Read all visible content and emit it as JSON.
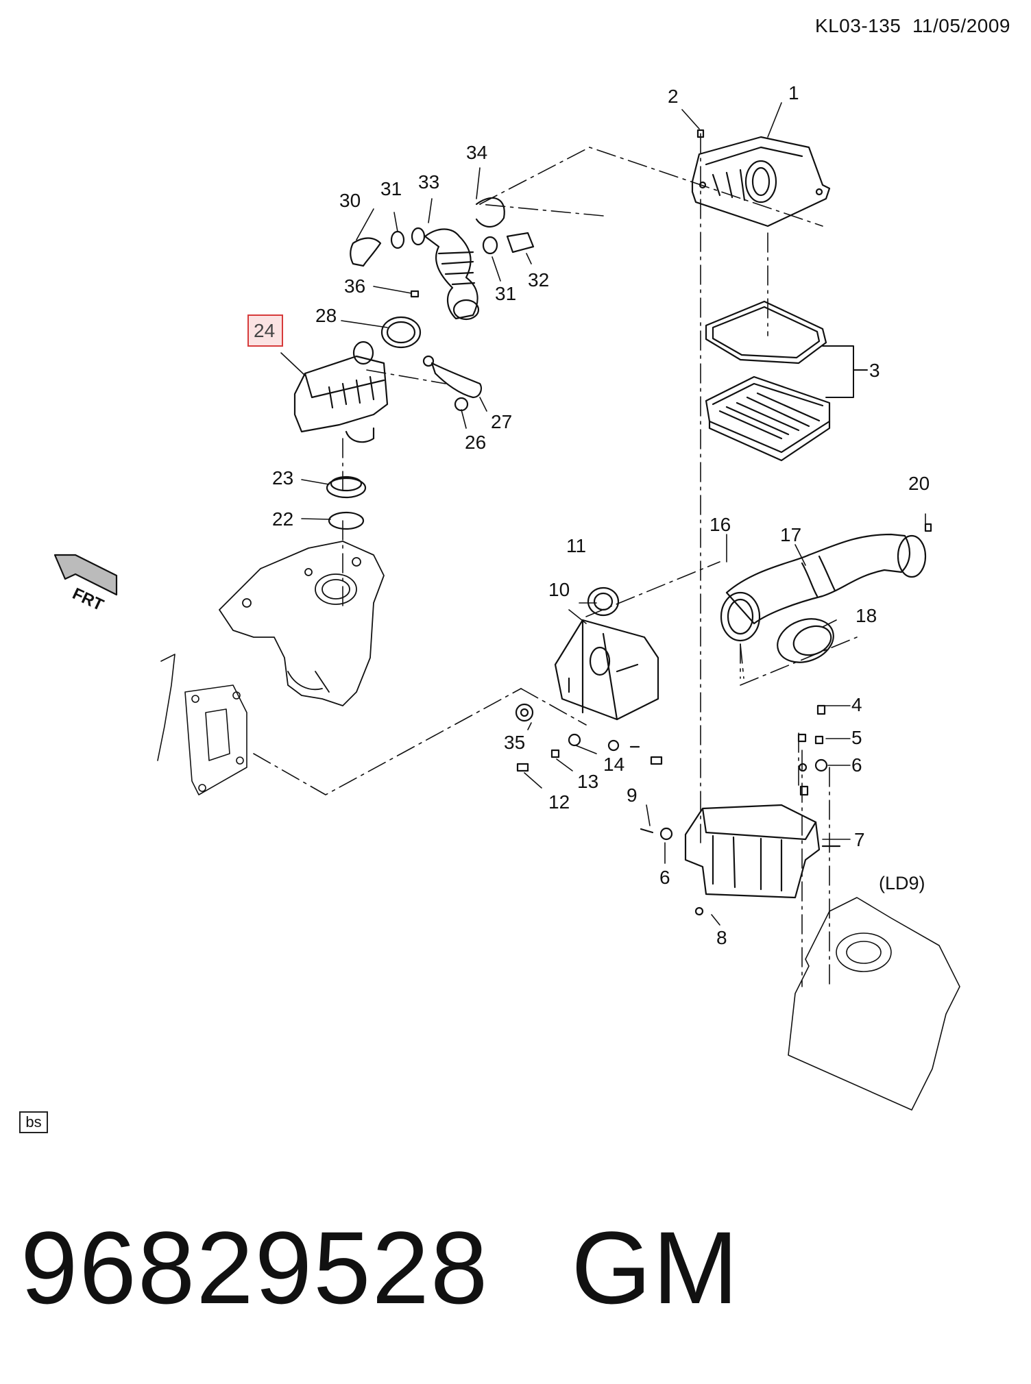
{
  "header": {
    "doc_code": "KL03-135",
    "date": "11/05/2009"
  },
  "callouts": [
    "1",
    "2",
    "3",
    "4",
    "5",
    "6",
    "6",
    "7",
    "8",
    "9",
    "10",
    "11",
    "12",
    "13",
    "14",
    "16",
    "17",
    "18",
    "20",
    "22",
    "23",
    "24",
    "26",
    "27",
    "28",
    "30",
    "31",
    "31",
    "32",
    "33",
    "34",
    "35",
    "36"
  ],
  "highlighted_callout": "24",
  "engine_variant": "(LD9)",
  "direction_label": "FRT",
  "corner_tag": "bs",
  "part_number": "96829528",
  "manufacturer": "GM",
  "colors": {
    "ink": "#111111",
    "highlight_border": "#d63a3a",
    "highlight_fill": "#fbe3e3"
  }
}
